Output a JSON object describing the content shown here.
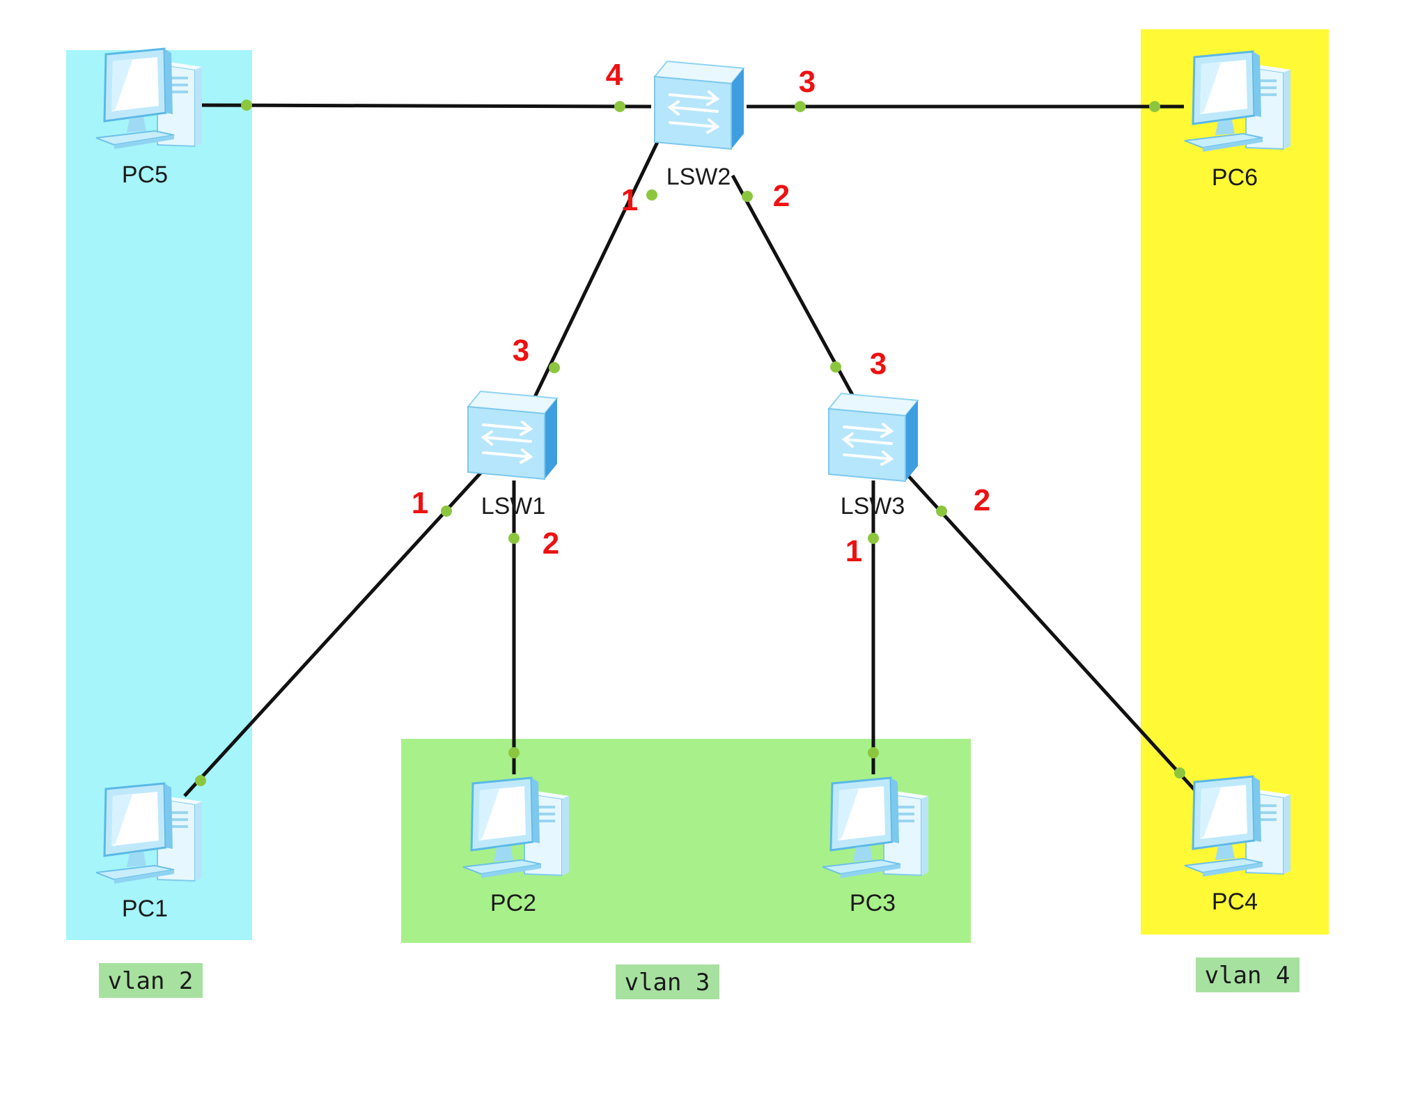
{
  "colors": {
    "vlan2_zone": "#a5f5fa",
    "vlan3_zone": "#a8f08a",
    "vlan4_zone": "#fff936",
    "vlan_tag": "#a7e1a0",
    "link": "#111111",
    "port_dot": "#8cc63f",
    "port_number": "#ee1111"
  },
  "zones": {
    "vlan2": {
      "label": "vlan 2"
    },
    "vlan3": {
      "label": "vlan 3"
    },
    "vlan4": {
      "label": "vlan 4"
    }
  },
  "devices": {
    "pc1": {
      "label": "PC1",
      "icon": "pc-icon"
    },
    "pc2": {
      "label": "PC2",
      "icon": "pc-icon"
    },
    "pc3": {
      "label": "PC3",
      "icon": "pc-icon"
    },
    "pc4": {
      "label": "PC4",
      "icon": "pc-icon"
    },
    "pc5": {
      "label": "PC5",
      "icon": "pc-icon"
    },
    "pc6": {
      "label": "PC6",
      "icon": "pc-icon"
    },
    "lsw1": {
      "label": "LSW1",
      "icon": "switch-icon"
    },
    "lsw2": {
      "label": "LSW2",
      "icon": "switch-icon"
    },
    "lsw3": {
      "label": "LSW3",
      "icon": "switch-icon"
    }
  },
  "ports": {
    "lsw2_p4": "4",
    "lsw2_p3": "3",
    "lsw2_p1": "1",
    "lsw2_p2": "2",
    "lsw1_p3": "3",
    "lsw1_p1": "1",
    "lsw1_p2": "2",
    "lsw3_p3": "3",
    "lsw3_p1": "1",
    "lsw3_p2": "2"
  },
  "links": [
    {
      "from": "PC5",
      "to": "LSW2",
      "port": "4"
    },
    {
      "from": "LSW2",
      "to": "PC6",
      "port": "3"
    },
    {
      "from": "LSW2",
      "to": "LSW1",
      "port": "1"
    },
    {
      "from": "LSW2",
      "to": "LSW3",
      "port": "2"
    },
    {
      "from": "LSW1",
      "to": "PC1",
      "port": "1"
    },
    {
      "from": "LSW1",
      "to": "PC2",
      "port": "2"
    },
    {
      "from": "LSW3",
      "to": "PC3",
      "port": "1"
    },
    {
      "from": "LSW3",
      "to": "PC4",
      "port": "2"
    }
  ]
}
